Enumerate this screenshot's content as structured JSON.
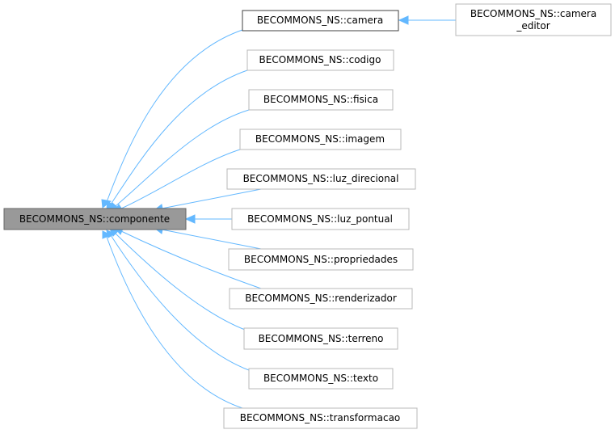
{
  "diagram": {
    "base": {
      "label": "BECOMMONS_NS::componente"
    },
    "nodes": {
      "camera": {
        "label": "BECOMMONS_NS::camera"
      },
      "camera_editor": {
        "line1": "BECOMMONS_NS::camera",
        "line2": "_editor"
      },
      "codigo": {
        "label": "BECOMMONS_NS::codigo"
      },
      "fisica": {
        "label": "BECOMMONS_NS::fisica"
      },
      "imagem": {
        "label": "BECOMMONS_NS::imagem"
      },
      "luz_direcional": {
        "label": "BECOMMONS_NS::luz_direcional"
      },
      "luz_pontual": {
        "label": "BECOMMONS_NS::luz_pontual"
      },
      "propriedades": {
        "label": "BECOMMONS_NS::propriedades"
      },
      "renderizador": {
        "label": "BECOMMONS_NS::renderizador"
      },
      "terreno": {
        "label": "BECOMMONS_NS::terreno"
      },
      "texto": {
        "label": "BECOMMONS_NS::texto"
      },
      "transformacao": {
        "label": "BECOMMONS_NS::transformacao"
      }
    },
    "colors": {
      "edge": "#63b8ff",
      "focus_fill": "#999999",
      "node_border": "#b8b8b8",
      "strong_border": "#404040"
    }
  }
}
